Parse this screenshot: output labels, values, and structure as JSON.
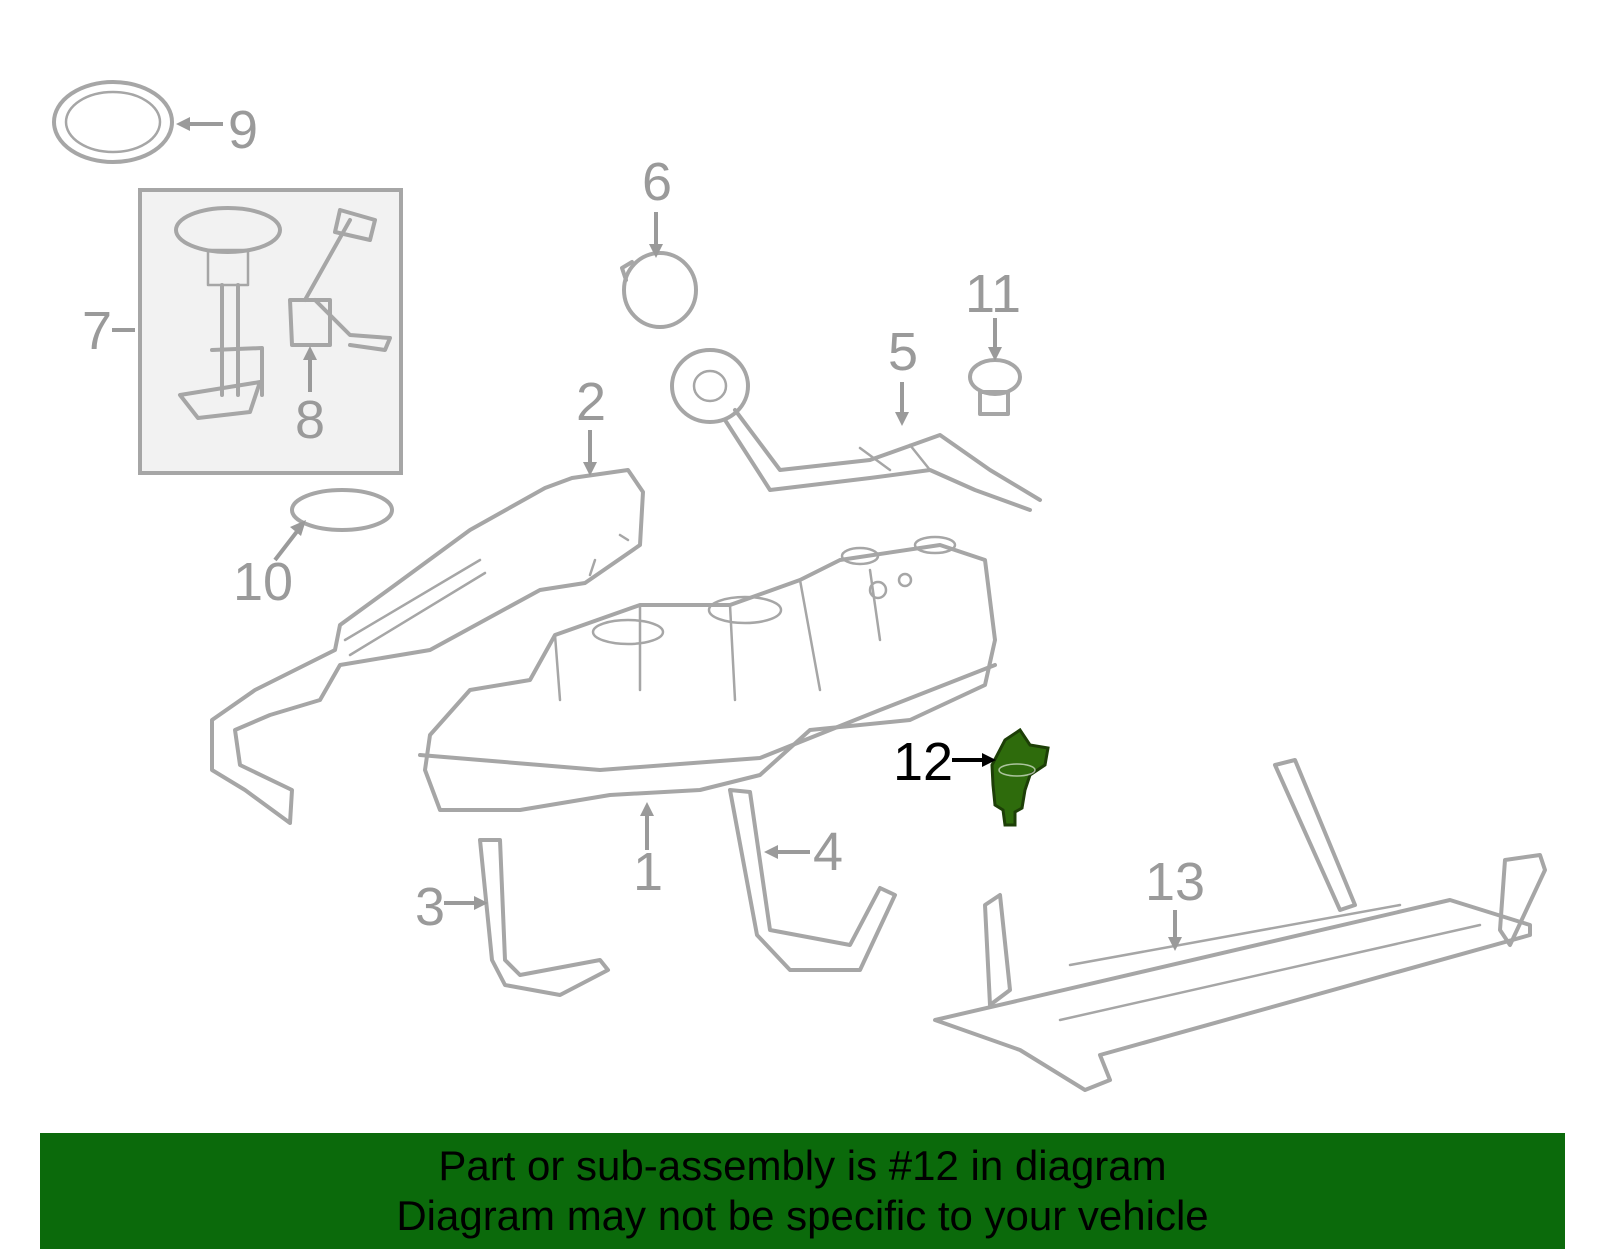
{
  "diagram": {
    "callouts": [
      {
        "id": "1",
        "label": "1"
      },
      {
        "id": "2",
        "label": "2"
      },
      {
        "id": "3",
        "label": "3"
      },
      {
        "id": "4",
        "label": "4"
      },
      {
        "id": "5",
        "label": "5"
      },
      {
        "id": "6",
        "label": "6"
      },
      {
        "id": "7",
        "label": "7"
      },
      {
        "id": "8",
        "label": "8"
      },
      {
        "id": "9",
        "label": "9"
      },
      {
        "id": "10",
        "label": "10"
      },
      {
        "id": "11",
        "label": "11"
      },
      {
        "id": "12",
        "label": "12"
      },
      {
        "id": "13",
        "label": "13"
      }
    ],
    "highlighted_part": "12",
    "highlight_color": "#2e6b0c",
    "line_color": "#a6a6a6"
  },
  "banner": {
    "line1": "Part or sub-assembly is #12 in diagram",
    "line2": "Diagram may not be specific to your vehicle",
    "background": "#0b6a0b"
  }
}
